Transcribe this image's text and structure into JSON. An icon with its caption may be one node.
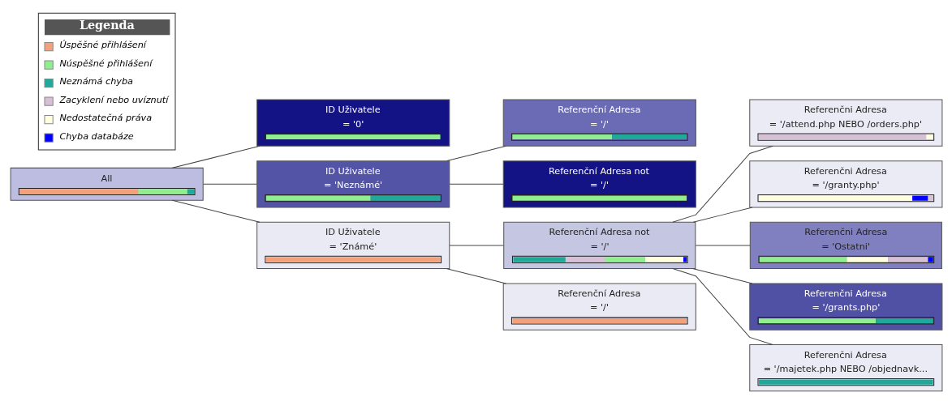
{
  "diagram": {
    "nodes": [
      {
        "text": [
          "All"
        ]
      },
      {
        "text": [
          "ID Uživatele",
          "= '0'"
        ]
      },
      {
        "text": [
          "ID Uživatele",
          "= 'Neznámé'"
        ]
      },
      {
        "text": [
          "ID Uživatele",
          "= 'Známé'"
        ]
      },
      {
        "text": [
          "Referenční Adresa",
          "= '/'"
        ]
      },
      {
        "text": [
          "Referenční Adresa not",
          "= '/'"
        ]
      },
      {
        "text": [
          "Referenční Adresa not",
          "= '/'"
        ]
      },
      {
        "text": [
          "Referenční Adresa",
          "= '/'"
        ]
      },
      {
        "text": [
          "Referenčni Adresa",
          "= '/attend.php NEBO /orders.php'"
        ]
      },
      {
        "text": [
          "Referenčni Adresa",
          "= '/granty.php'"
        ]
      },
      {
        "text": [
          "Referenčni Adresa",
          "= 'Ostatni'"
        ]
      },
      {
        "text": [
          "Referenčni Adresa",
          "= '/grants.php'"
        ]
      },
      {
        "text": [
          "Referenčni Adresa",
          "= '/majetek.php NEBO /objednavk..."
        ]
      }
    ],
    "edges": [
      {
        "from": 0,
        "to": 1,
        "arrow": "none"
      },
      {
        "from": 0,
        "to": 2,
        "arrow": "none"
      },
      {
        "from": 0,
        "to": 3,
        "arrow": "none"
      },
      {
        "from": 2,
        "to": 4,
        "arrow": "none"
      },
      {
        "from": 2,
        "to": 5,
        "arrow": "none"
      },
      {
        "from": 3,
        "to": 6,
        "arrow": "none"
      },
      {
        "from": 3,
        "to": 7,
        "arrow": "none"
      },
      {
        "from": 6,
        "to": 8,
        "arrow": "none"
      },
      {
        "from": 6,
        "to": 9,
        "arrow": "none"
      },
      {
        "from": 6,
        "to": 10,
        "arrow": "none"
      },
      {
        "from": 6,
        "to": 11,
        "arrow": "none"
      },
      {
        "from": 6,
        "to": 12,
        "arrow": "none"
      }
    ],
    "labels": [
      "Legenda"
    ],
    "legend": [
      {
        "text": "Úspěšné přihlášení",
        "color": "#f4a07a"
      },
      {
        "text": "Núspěšné přihlášení",
        "color": "#90ee90"
      },
      {
        "text": "Neznámá chyba",
        "color": "#20a89a"
      },
      {
        "text": "Zacyklení nebo uvíznutí",
        "color": "#d8bfd8"
      },
      {
        "text": "Nedostatečná práva",
        "color": "#ffffe0"
      },
      {
        "text": "Chyba databáze",
        "color": "#0000ff"
      }
    ]
  }
}
